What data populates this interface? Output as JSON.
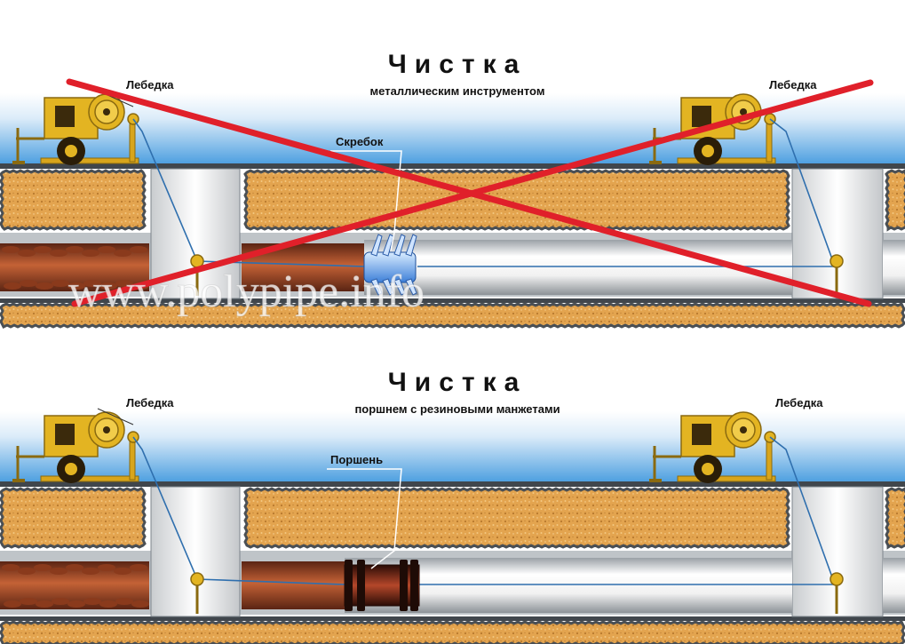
{
  "panels": [
    {
      "title": "Чистка",
      "subtitle": "металлическим инструментом",
      "winch_left_label": "Лебедка",
      "winch_right_label": "Лебедка",
      "tool_label": "Скребок",
      "crossed_out": true
    },
    {
      "title": "Чистка",
      "subtitle": "поршнем с резиновыми манжетами",
      "winch_left_label": "Лебедка",
      "winch_right_label": "Лебедка",
      "tool_label": "Поршень",
      "crossed_out": false
    }
  ],
  "watermark": "www.polypipe.info",
  "colors": {
    "sky": "#6fb5e8",
    "soil": "#e1a24d",
    "winch": "#e3b422",
    "cable": "#2f6fae",
    "cross": "#e0202a",
    "rust": "#a24a26"
  }
}
